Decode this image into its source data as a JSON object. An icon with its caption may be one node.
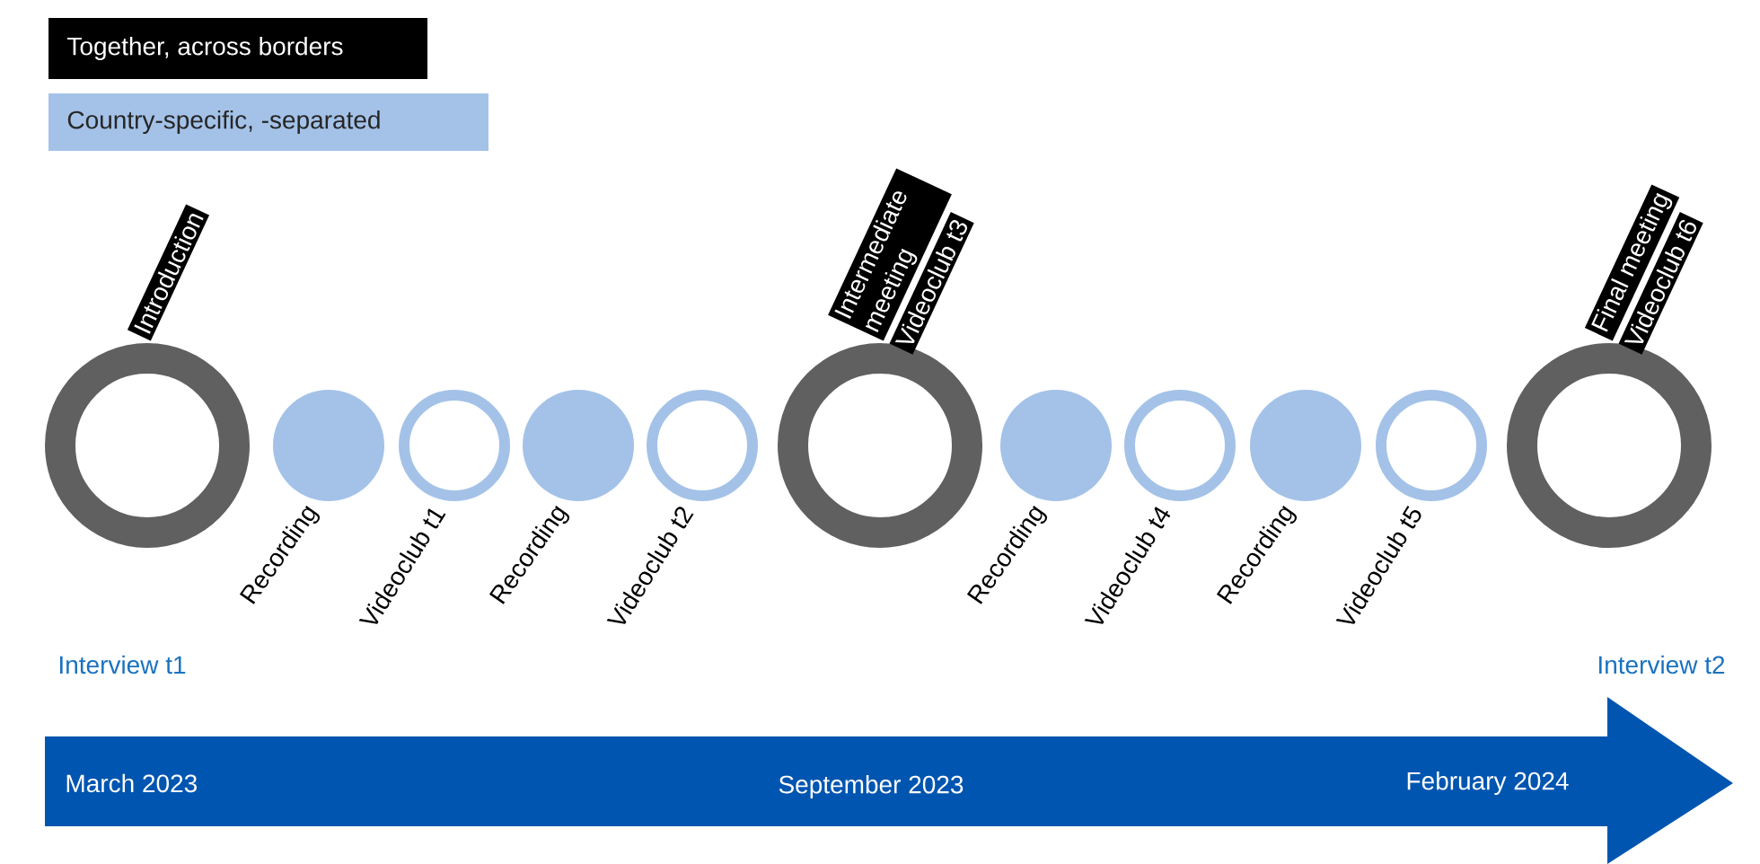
{
  "diagram": {
    "nodes": [
      {
        "text": [],
        "shape": "ring",
        "beside": [
          "Introduction"
        ]
      },
      {
        "text": [],
        "shape": "circle",
        "beside": [
          "Recording"
        ]
      },
      {
        "text": [],
        "shape": "ring",
        "beside": [
          "Videoclub t1"
        ]
      },
      {
        "text": [],
        "shape": "circle",
        "beside": [
          "Recording"
        ]
      },
      {
        "text": [],
        "shape": "ring",
        "beside": [
          "Videoclub t2"
        ]
      },
      {
        "text": [],
        "shape": "ring",
        "beside": [
          "Intermediate meeting",
          "Videoclub t3"
        ]
      },
      {
        "text": [],
        "shape": "circle",
        "beside": [
          "Recording"
        ]
      },
      {
        "text": [],
        "shape": "ring",
        "beside": [
          "Videoclub t4"
        ]
      },
      {
        "text": [],
        "shape": "circle",
        "beside": [
          "Recording"
        ]
      },
      {
        "text": [],
        "shape": "ring",
        "beside": [
          "Videoclub t5"
        ]
      },
      {
        "text": [],
        "shape": "ring",
        "beside": [
          "Final meeting",
          "Videoclub t6"
        ]
      }
    ],
    "labels": [
      "Interview t1",
      "Interview t2",
      "March 2023",
      "September 2023",
      "February 2024"
    ],
    "legend": [
      {
        "text": "Together, across borders",
        "color": "#000000"
      },
      {
        "text": "Country-specific, -separated",
        "color": "#a4c2e8"
      }
    ]
  }
}
